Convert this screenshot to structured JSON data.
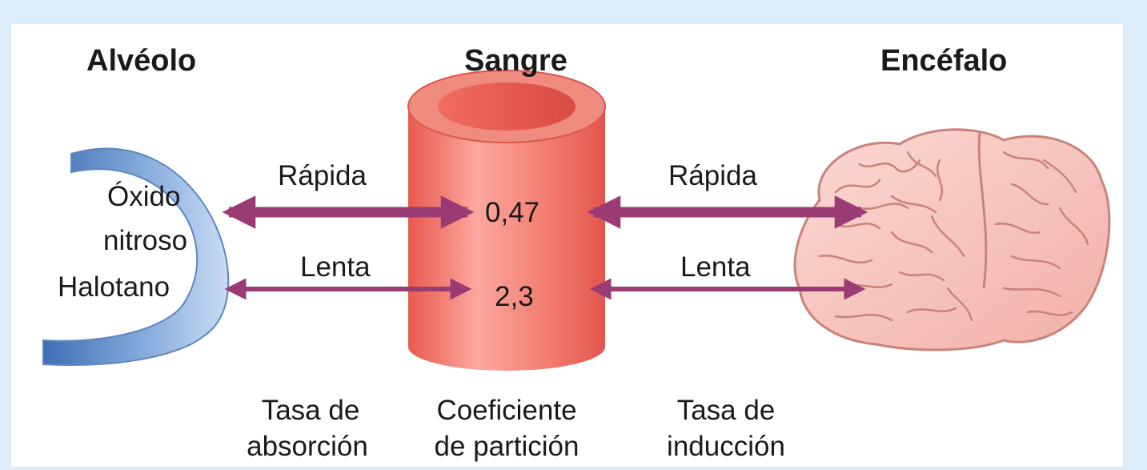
{
  "headings": {
    "alveolo": "Alvéolo",
    "sangre": "Sangre",
    "encefalo": "Encéfalo"
  },
  "gases": {
    "oxido_line1": "Óxido",
    "oxido_line2": "nitroso",
    "halotano": "Halotano"
  },
  "rates": {
    "left_fast": "Rápida",
    "left_slow": "Lenta",
    "right_fast": "Rápida",
    "right_slow": "Lenta"
  },
  "coefficients": {
    "oxido": "0,47",
    "halotano": "2,3"
  },
  "captions": {
    "absorcion_line1": "Tasa de",
    "absorcion_line2": "absorción",
    "particion_line1": "Coeficiente",
    "particion_line2": "de partición",
    "induccion_line1": "Tasa de",
    "induccion_line2": "inducción"
  },
  "colors": {
    "frame": "#dcedf9",
    "arrow": "#9b3b74",
    "alveolus": "#7fa6d8",
    "vessel": "#f0746a",
    "brain": "#f6c3bd"
  }
}
